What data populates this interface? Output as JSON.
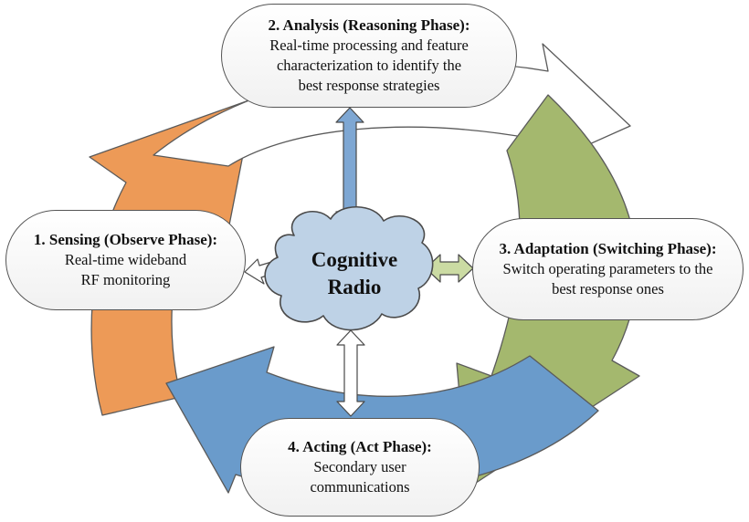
{
  "center": {
    "line1": "Cognitive",
    "line2": "Radio"
  },
  "phases": {
    "analysis": {
      "title": "2. Analysis (Reasoning Phase):",
      "lines": [
        "Real-time processing and feature",
        "characterization to identify the",
        "best response strategies"
      ]
    },
    "sensing": {
      "title": "1. Sensing (Observe Phase):",
      "lines": [
        "Real-time wideband",
        "RF monitoring"
      ]
    },
    "adaptation": {
      "title": "3. Adaptation (Switching Phase):",
      "lines": [
        "Switch operating parameters to the",
        "best response ones"
      ]
    },
    "acting": {
      "title": "4. Acting (Act Phase):",
      "lines": [
        "Secondary user",
        "communications"
      ]
    }
  },
  "colors": {
    "sensing_arrow": "#ED9A57",
    "analysis_arrow": "#FFFFFF",
    "adaptation_arrow": "#A4B86E",
    "acting_arrow": "#6A9BCB",
    "cloud": "#BED2E6",
    "analysis_connector": "#7EA7D3",
    "adaptation_connector": "#CBDBA3",
    "sensing_connector": "#FFFFFF",
    "acting_connector": "#FFFFFF"
  }
}
